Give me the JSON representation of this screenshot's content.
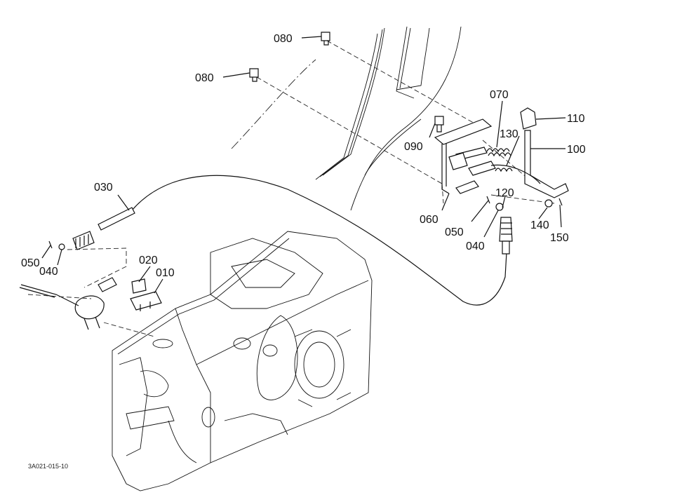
{
  "callouts": {
    "c080a": "080",
    "c080b": "080",
    "c070": "070",
    "c110": "110",
    "c130": "130",
    "c090": "090",
    "c100": "100",
    "c120": "120",
    "c060": "060",
    "c050r": "050",
    "c040r": "040",
    "c140": "140",
    "c150": "150",
    "c030": "030",
    "c050l": "050",
    "c040l": "040",
    "c020": "020",
    "c010": "010"
  },
  "reference_code": "3A021-015-10"
}
